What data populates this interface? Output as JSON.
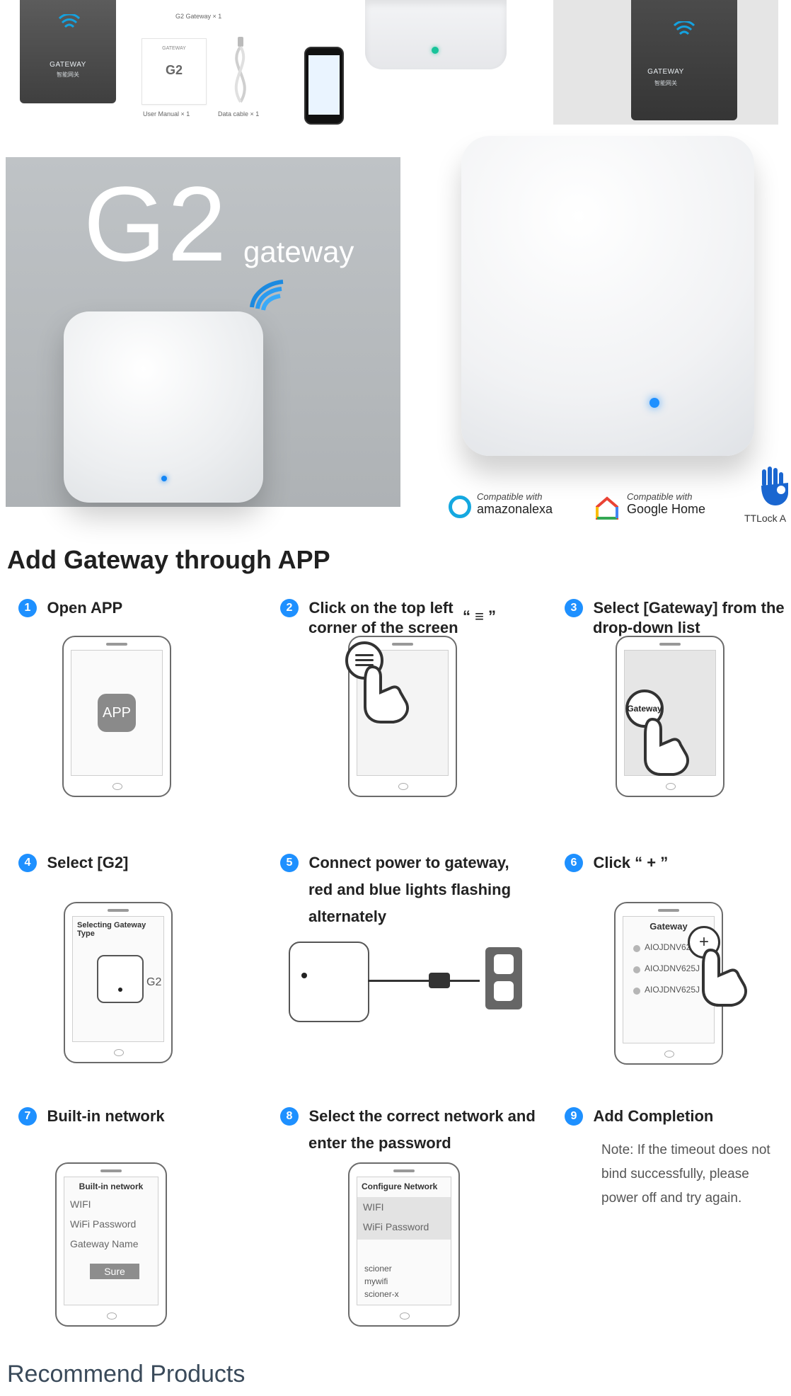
{
  "top": {
    "box_left": {
      "title": "GATEWAY",
      "subtitle": "智能网关"
    },
    "contents": {
      "g2_gateway_caption": "G2 Gateway × 1",
      "manual": {
        "small_title": "GATEWAY",
        "big_text": "G2"
      },
      "manual_caption": "User Manual × 1",
      "cable_caption": "Data cable × 1"
    },
    "box_right": {
      "title": "GATEWAY",
      "subtitle": "智能网关"
    }
  },
  "hero": {
    "g2": "G2",
    "gateway_word": "gateway"
  },
  "compatibility": [
    {
      "line1": "Compatible with",
      "line2": "amazonalexa"
    },
    {
      "line1": "Compatible with",
      "line2": "Google Home"
    },
    {
      "label": "TTLock A"
    }
  ],
  "add_gateway": {
    "title": "Add Gateway through APP",
    "steps": [
      {
        "num": "1",
        "title": "Open APP",
        "app_label": "APP"
      },
      {
        "num": "2",
        "title_line1": "Click on the top left",
        "title_line2": "corner of the screen",
        "quote": "“ ≡ ”"
      },
      {
        "num": "3",
        "title_line1": "Select [Gateway] from the",
        "title_line2": "drop-down list",
        "bubble": "Gateway"
      },
      {
        "num": "4",
        "title": "Select [G2]",
        "screen_title": "Selecting Gateway Type",
        "g2_label": "G2"
      },
      {
        "num": "5",
        "title_line1": "Connect power to gateway,",
        "title_line2": "red and blue lights flashing",
        "title_line3": "alternately"
      },
      {
        "num": "6",
        "title": "Click “ + ”",
        "screen_title": "Gateway",
        "items": [
          "AIOJDNV625J",
          "AIOJDNV625J",
          "AIOJDNV625J"
        ],
        "plus": "+"
      },
      {
        "num": "7",
        "title": "Built-in network",
        "screen_title": "Built-in network",
        "rows": [
          "WIFI",
          "WiFi Password",
          "Gateway Name"
        ],
        "sure": "Sure"
      },
      {
        "num": "8",
        "title_line1": "Select the correct network and",
        "title_line2": "enter the password",
        "screen_title": "Configure Network",
        "rows": [
          "WIFI",
          "WiFi Password"
        ],
        "networks": [
          "scioner",
          "mywifi",
          "scioner-x"
        ]
      },
      {
        "num": "9",
        "title": "Add Completion",
        "note_line1": "Note: If the timeout does not",
        "note_line2": "bind successfully, please",
        "note_line3": "power off and try again."
      }
    ]
  },
  "recommend": {
    "title": "Recommend Products"
  },
  "colors": {
    "accent": "#1e90ff",
    "alexa_ring": "#15a8e0"
  },
  "icons": {
    "wifi": "wifi-icon",
    "hand": "hand-pointer-icon",
    "menu": "menu-icon",
    "plus": "plus-icon",
    "plug": "plug-icon",
    "outlet": "outlet-icon",
    "house": "google-home-icon",
    "alexa": "alexa-ring-icon",
    "ttlock": "ttlock-hand-icon"
  }
}
